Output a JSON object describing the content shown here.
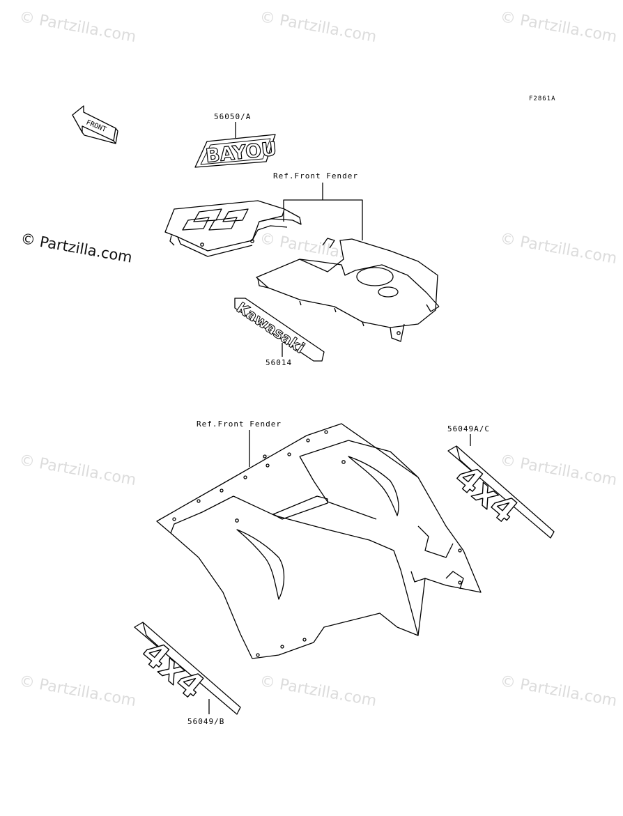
{
  "figure_code": "F2861A",
  "front_arrow_text": "FRONT",
  "watermark_text": "© Partzilla.com",
  "callouts": {
    "part_56050": "56050/A",
    "ref_front_fender_top": "Ref.Front Fender",
    "part_56014": "56014",
    "ref_front_fender_bottom": "Ref.Front Fender",
    "part_56049_ac": "56049A/C",
    "part_56049_b": "56049/B"
  },
  "decal_texts": {
    "bayou": "BAYOU",
    "kawasaki": "Kawasaki",
    "four_by_four": "4x4"
  },
  "colors": {
    "line": "#000000",
    "watermark": "#dcdcdc",
    "background": "#ffffff"
  }
}
